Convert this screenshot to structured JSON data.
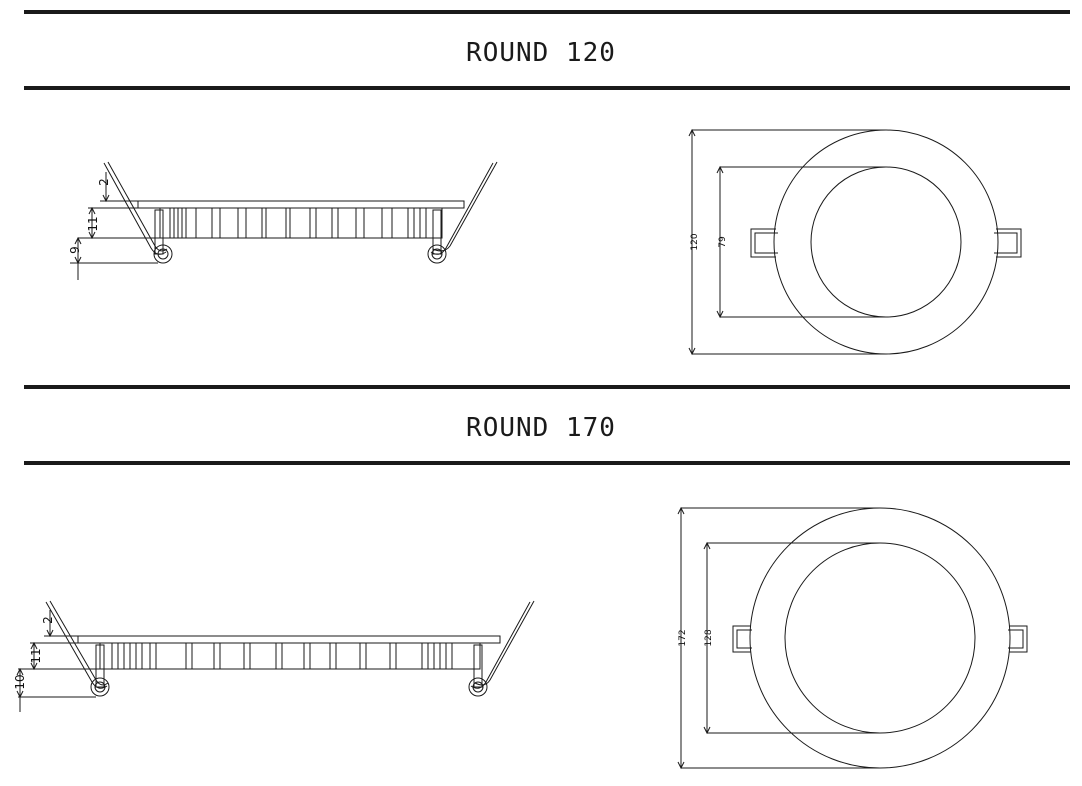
{
  "sections": [
    {
      "title": "ROUND 120",
      "side_dims": [
        "2",
        "11",
        "9"
      ],
      "top_dims": [
        "120",
        "79"
      ]
    },
    {
      "title": "ROUND 170",
      "side_dims": [
        "2",
        "11",
        "10"
      ],
      "top_dims": [
        "172",
        "128"
      ]
    }
  ],
  "colors": {
    "line": "#1a1a1a"
  }
}
